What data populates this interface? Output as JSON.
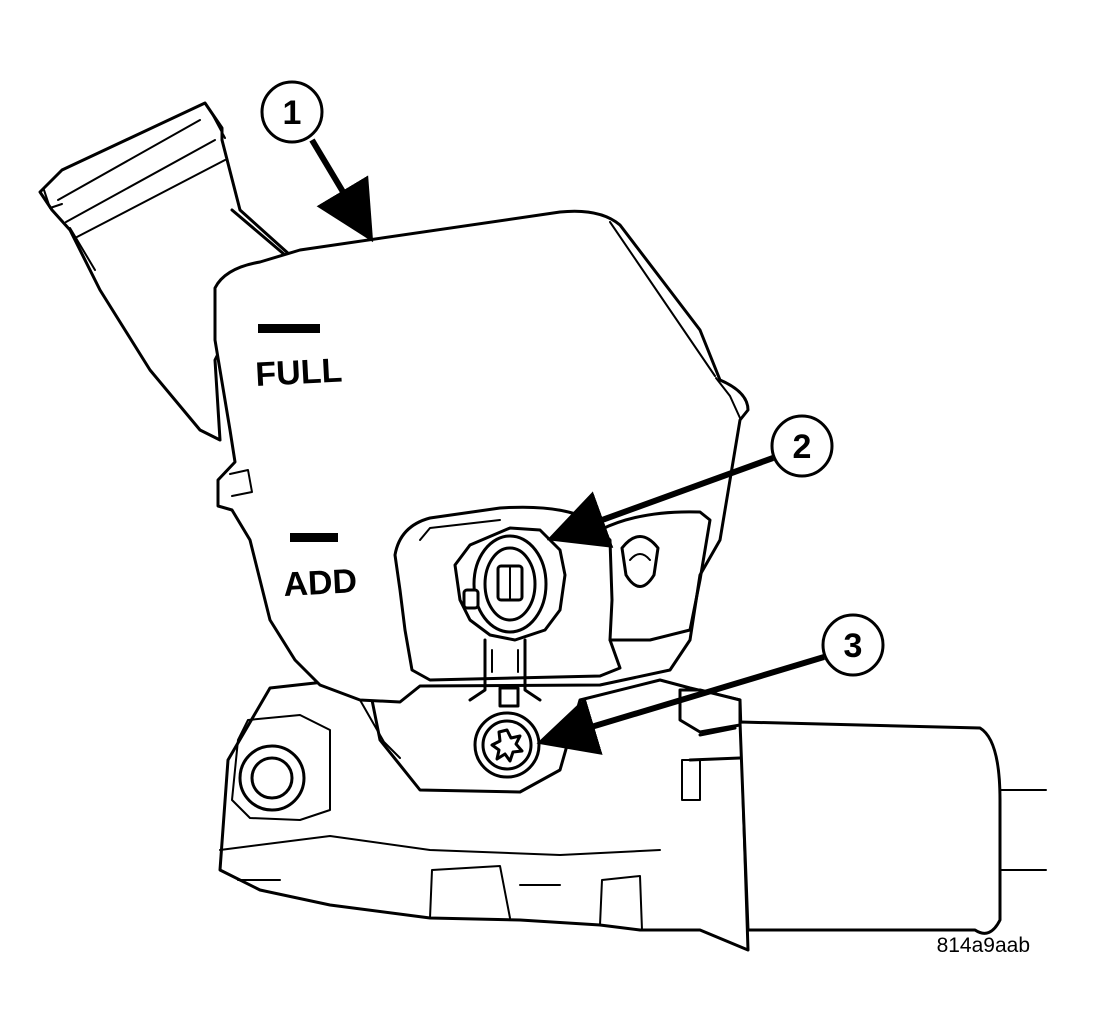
{
  "figure": {
    "figure_id": "814a9aab"
  },
  "reservoir": {
    "full_label": "FULL",
    "add_label": "ADD"
  },
  "callouts": [
    {
      "number": "1"
    },
    {
      "number": "2"
    },
    {
      "number": "3"
    }
  ],
  "colors": {
    "line": "#000000",
    "background": "#ffffff"
  }
}
